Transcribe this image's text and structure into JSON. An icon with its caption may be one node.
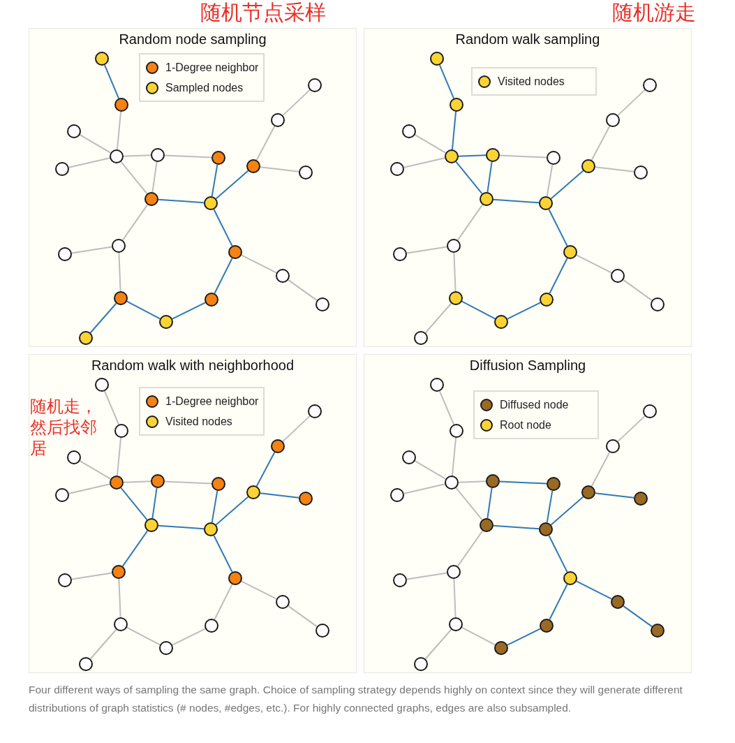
{
  "diagram": {
    "caption": "Four different ways of sampling the same graph. Choice of sampling strategy depends highly on context since they will generate different distributions of graph statistics (# nodes, #edges, etc.). For highly connected graphs, edges are also subsampled.",
    "nodes": [
      {
        "text": [
          "Random node sampling"
        ]
      },
      {
        "text": [],
        "shape": "circle",
        "in": 0
      },
      {
        "text": [],
        "shape": "circle",
        "in": 0
      },
      {
        "text": [],
        "shape": "circle",
        "in": 0
      },
      {
        "text": [],
        "shape": "circle",
        "in": 0
      },
      {
        "text": [],
        "shape": "circle",
        "in": 0
      },
      {
        "text": [],
        "shape": "circle",
        "in": 0
      },
      {
        "text": [],
        "shape": "circle",
        "in": 0
      },
      {
        "text": [],
        "shape": "circle",
        "in": 0
      },
      {
        "text": [],
        "shape": "circle",
        "in": 0
      },
      {
        "text": [],
        "shape": "circle",
        "in": 0
      },
      {
        "text": [],
        "shape": "circle",
        "in": 0
      },
      {
        "text": [],
        "shape": "circle",
        "in": 0
      },
      {
        "text": [],
        "shape": "circle",
        "in": 0
      },
      {
        "text": [],
        "shape": "circle",
        "in": 0
      },
      {
        "text": [],
        "shape": "circle",
        "in": 0
      },
      {
        "text": [],
        "shape": "circle",
        "in": 0
      },
      {
        "text": [],
        "shape": "circle",
        "in": 0
      },
      {
        "text": [],
        "shape": "circle",
        "in": 0
      },
      {
        "text": [],
        "shape": "circle",
        "in": 0
      },
      {
        "text": [],
        "shape": "circle",
        "in": 0
      },
      {
        "text": [],
        "shape": "circle",
        "in": 0
      },
      {
        "text": [],
        "shape": "circle",
        "in": 0
      },
      {
        "text": [
          "Random walk sampling"
        ]
      },
      {
        "text": [],
        "shape": "circle",
        "in": 23
      },
      {
        "text": [],
        "shape": "circle",
        "in": 23
      },
      {
        "text": [],
        "shape": "circle",
        "in": 23
      },
      {
        "text": [],
        "shape": "circle",
        "in": 23
      },
      {
        "text": [],
        "shape": "circle",
        "in": 23
      },
      {
        "text": [],
        "shape": "circle",
        "in": 23
      },
      {
        "text": [],
        "shape": "circle",
        "in": 23
      },
      {
        "text": [],
        "shape": "circle",
        "in": 23
      },
      {
        "text": [],
        "shape": "circle",
        "in": 23
      },
      {
        "text": [],
        "shape": "circle",
        "in": 23
      },
      {
        "text": [],
        "shape": "circle",
        "in": 23
      },
      {
        "text": [],
        "shape": "circle",
        "in": 23
      },
      {
        "text": [],
        "shape": "circle",
        "in": 23
      },
      {
        "text": [],
        "shape": "circle",
        "in": 23
      },
      {
        "text": [],
        "shape": "circle",
        "in": 23
      },
      {
        "text": [],
        "shape": "circle",
        "in": 23
      },
      {
        "text": [],
        "shape": "circle",
        "in": 23
      },
      {
        "text": [],
        "shape": "circle",
        "in": 23
      },
      {
        "text": [],
        "shape": "circle",
        "in": 23
      },
      {
        "text": [],
        "shape": "circle",
        "in": 23
      },
      {
        "text": [],
        "shape": "circle",
        "in": 23
      },
      {
        "text": [],
        "shape": "circle",
        "in": 23
      },
      {
        "text": [
          "Random walk with neighborhood"
        ]
      },
      {
        "text": [],
        "shape": "circle",
        "in": 46
      },
      {
        "text": [],
        "shape": "circle",
        "in": 46
      },
      {
        "text": [],
        "shape": "circle",
        "in": 46
      },
      {
        "text": [],
        "shape": "circle",
        "in": 46
      },
      {
        "text": [],
        "shape": "circle",
        "in": 46
      },
      {
        "text": [],
        "shape": "circle",
        "in": 46
      },
      {
        "text": [],
        "shape": "circle",
        "in": 46
      },
      {
        "text": [],
        "shape": "circle",
        "in": 46
      },
      {
        "text": [],
        "shape": "circle",
        "in": 46
      },
      {
        "text": [],
        "shape": "circle",
        "in": 46
      },
      {
        "text": [],
        "shape": "circle",
        "in": 46
      },
      {
        "text": [],
        "shape": "circle",
        "in": 46
      },
      {
        "text": [],
        "shape": "circle",
        "in": 46
      },
      {
        "text": [],
        "shape": "circle",
        "in": 46
      },
      {
        "text": [],
        "shape": "circle",
        "in": 46
      },
      {
        "text": [],
        "shape": "circle",
        "in": 46
      },
      {
        "text": [],
        "shape": "circle",
        "in": 46
      },
      {
        "text": [],
        "shape": "circle",
        "in": 46
      },
      {
        "text": [],
        "shape": "circle",
        "in": 46
      },
      {
        "text": [],
        "shape": "circle",
        "in": 46
      },
      {
        "text": [],
        "shape": "circle",
        "in": 46
      },
      {
        "text": [],
        "shape": "circle",
        "in": 46
      },
      {
        "text": [
          "Diffusion Sampling"
        ]
      },
      {
        "text": [],
        "shape": "circle",
        "in": 69
      },
      {
        "text": [],
        "shape": "circle",
        "in": 69
      },
      {
        "text": [],
        "shape": "circle",
        "in": 69
      },
      {
        "text": [],
        "shape": "circle",
        "in": 69
      },
      {
        "text": [],
        "shape": "circle",
        "in": 69
      },
      {
        "text": [],
        "shape": "circle",
        "in": 69
      },
      {
        "text": [],
        "shape": "circle",
        "in": 69
      },
      {
        "text": [],
        "shape": "circle",
        "in": 69
      },
      {
        "text": [],
        "shape": "circle",
        "in": 69
      },
      {
        "text": [],
        "shape": "circle",
        "in": 69
      },
      {
        "text": [],
        "shape": "circle",
        "in": 69
      },
      {
        "text": [],
        "shape": "circle",
        "in": 69
      },
      {
        "text": [],
        "shape": "circle",
        "in": 69
      },
      {
        "text": [],
        "shape": "circle",
        "in": 69
      },
      {
        "text": [],
        "shape": "circle",
        "in": 69
      },
      {
        "text": [],
        "shape": "circle",
        "in": 69
      },
      {
        "text": [],
        "shape": "circle",
        "in": 69
      },
      {
        "text": [],
        "shape": "circle",
        "in": 69
      },
      {
        "text": [],
        "shape": "circle",
        "in": 69
      },
      {
        "text": [],
        "shape": "circle",
        "in": 69
      },
      {
        "text": [],
        "shape": "circle",
        "in": 69
      },
      {
        "text": [],
        "shape": "circle",
        "in": 69
      }
    ],
    "edges": [
      {
        "from": 1,
        "to": 2,
        "arrow": "none",
        "color": "#2f7ab5"
      },
      {
        "from": 2,
        "to": 4,
        "arrow": "none"
      },
      {
        "from": 3,
        "to": 4,
        "arrow": "none"
      },
      {
        "from": 5,
        "to": 4,
        "arrow": "none"
      },
      {
        "from": 4,
        "to": 6,
        "arrow": "none"
      },
      {
        "from": 4,
        "to": 12,
        "arrow": "none"
      },
      {
        "from": 6,
        "to": 12,
        "arrow": "none"
      },
      {
        "from": 6,
        "to": 7,
        "arrow": "none"
      },
      {
        "from": 7,
        "to": 13,
        "arrow": "none",
        "color": "#2f7ab5"
      },
      {
        "from": 12,
        "to": 13,
        "arrow": "none",
        "color": "#2f7ab5"
      },
      {
        "from": 13,
        "to": 8,
        "arrow": "none",
        "color": "#2f7ab5"
      },
      {
        "from": 8,
        "to": 9,
        "arrow": "none"
      },
      {
        "from": 9,
        "to": 10,
        "arrow": "none"
      },
      {
        "from": 8,
        "to": 11,
        "arrow": "none"
      },
      {
        "from": 12,
        "to": 14,
        "arrow": "none"
      },
      {
        "from": 14,
        "to": 15,
        "arrow": "none"
      },
      {
        "from": 13,
        "to": 16,
        "arrow": "none",
        "color": "#2f7ab5"
      },
      {
        "from": 16,
        "to": 17,
        "arrow": "none"
      },
      {
        "from": 17,
        "to": 18,
        "arrow": "none"
      },
      {
        "from": 16,
        "to": 21,
        "arrow": "none",
        "color": "#2f7ab5"
      },
      {
        "from": 21,
        "to": 20,
        "arrow": "none",
        "color": "#2f7ab5"
      },
      {
        "from": 20,
        "to": 19,
        "arrow": "none",
        "color": "#2f7ab5"
      },
      {
        "from": 19,
        "to": 14,
        "arrow": "none"
      },
      {
        "from": 19,
        "to": 22,
        "arrow": "none",
        "color": "#2f7ab5"
      },
      {
        "from": 24,
        "to": 25,
        "arrow": "none",
        "color": "#2f7ab5"
      },
      {
        "from": 25,
        "to": 27,
        "arrow": "none",
        "color": "#2f7ab5"
      },
      {
        "from": 26,
        "to": 27,
        "arrow": "none"
      },
      {
        "from": 28,
        "to": 27,
        "arrow": "none"
      },
      {
        "from": 27,
        "to": 29,
        "arrow": "none",
        "color": "#2f7ab5"
      },
      {
        "from": 27,
        "to": 35,
        "arrow": "none",
        "color": "#2f7ab5"
      },
      {
        "from": 29,
        "to": 35,
        "arrow": "none",
        "color": "#2f7ab5"
      },
      {
        "from": 29,
        "to": 30,
        "arrow": "none"
      },
      {
        "from": 30,
        "to": 36,
        "arrow": "none"
      },
      {
        "from": 35,
        "to": 36,
        "arrow": "none",
        "color": "#2f7ab5"
      },
      {
        "from": 36,
        "to": 31,
        "arrow": "none",
        "color": "#2f7ab5"
      },
      {
        "from": 31,
        "to": 32,
        "arrow": "none"
      },
      {
        "from": 32,
        "to": 33,
        "arrow": "none"
      },
      {
        "from": 31,
        "to": 34,
        "arrow": "none"
      },
      {
        "from": 35,
        "to": 37,
        "arrow": "none"
      },
      {
        "from": 37,
        "to": 38,
        "arrow": "none"
      },
      {
        "from": 36,
        "to": 39,
        "arrow": "none",
        "color": "#2f7ab5"
      },
      {
        "from": 39,
        "to": 40,
        "arrow": "none"
      },
      {
        "from": 40,
        "to": 41,
        "arrow": "none"
      },
      {
        "from": 39,
        "to": 44,
        "arrow": "none",
        "color": "#2f7ab5"
      },
      {
        "from": 44,
        "to": 43,
        "arrow": "none",
        "color": "#2f7ab5"
      },
      {
        "from": 43,
        "to": 42,
        "arrow": "none",
        "color": "#2f7ab5"
      },
      {
        "from": 42,
        "to": 37,
        "arrow": "none"
      },
      {
        "from": 42,
        "to": 45,
        "arrow": "none"
      },
      {
        "from": 47,
        "to": 48,
        "arrow": "none"
      },
      {
        "from": 48,
        "to": 50,
        "arrow": "none"
      },
      {
        "from": 49,
        "to": 50,
        "arrow": "none"
      },
      {
        "from": 51,
        "to": 50,
        "arrow": "none"
      },
      {
        "from": 50,
        "to": 52,
        "arrow": "none"
      },
      {
        "from": 50,
        "to": 58,
        "arrow": "none",
        "color": "#2f7ab5"
      },
      {
        "from": 52,
        "to": 58,
        "arrow": "none",
        "color": "#2f7ab5"
      },
      {
        "from": 52,
        "to": 53,
        "arrow": "none"
      },
      {
        "from": 53,
        "to": 59,
        "arrow": "none",
        "color": "#2f7ab5"
      },
      {
        "from": 58,
        "to": 59,
        "arrow": "none",
        "color": "#2f7ab5"
      },
      {
        "from": 59,
        "to": 54,
        "arrow": "none",
        "color": "#2f7ab5"
      },
      {
        "from": 54,
        "to": 55,
        "arrow": "none",
        "color": "#2f7ab5"
      },
      {
        "from": 55,
        "to": 56,
        "arrow": "none"
      },
      {
        "from": 54,
        "to": 57,
        "arrow": "none",
        "color": "#2f7ab5"
      },
      {
        "from": 58,
        "to": 60,
        "arrow": "none",
        "color": "#2f7ab5"
      },
      {
        "from": 60,
        "to": 61,
        "arrow": "none"
      },
      {
        "from": 59,
        "to": 62,
        "arrow": "none",
        "color": "#2f7ab5"
      },
      {
        "from": 62,
        "to": 63,
        "arrow": "none"
      },
      {
        "from": 63,
        "to": 64,
        "arrow": "none"
      },
      {
        "from": 62,
        "to": 67,
        "arrow": "none"
      },
      {
        "from": 67,
        "to": 66,
        "arrow": "none"
      },
      {
        "from": 66,
        "to": 65,
        "arrow": "none"
      },
      {
        "from": 65,
        "to": 60,
        "arrow": "none"
      },
      {
        "from": 65,
        "to": 68,
        "arrow": "none"
      },
      {
        "from": 70,
        "to": 71,
        "arrow": "none"
      },
      {
        "from": 71,
        "to": 73,
        "arrow": "none"
      },
      {
        "from": 72,
        "to": 73,
        "arrow": "none"
      },
      {
        "from": 74,
        "to": 73,
        "arrow": "none"
      },
      {
        "from": 73,
        "to": 75,
        "arrow": "none"
      },
      {
        "from": 73,
        "to": 81,
        "arrow": "none"
      },
      {
        "from": 75,
        "to": 81,
        "arrow": "none",
        "color": "#2f7ab5"
      },
      {
        "from": 75,
        "to": 76,
        "arrow": "none",
        "color": "#2f7ab5"
      },
      {
        "from": 76,
        "to": 82,
        "arrow": "none",
        "color": "#2f7ab5"
      },
      {
        "from": 81,
        "to": 82,
        "arrow": "none",
        "color": "#2f7ab5"
      },
      {
        "from": 82,
        "to": 77,
        "arrow": "none",
        "color": "#2f7ab5"
      },
      {
        "from": 77,
        "to": 78,
        "arrow": "none"
      },
      {
        "from": 78,
        "to": 79,
        "arrow": "none"
      },
      {
        "from": 77,
        "to": 80,
        "arrow": "none",
        "color": "#2f7ab5"
      },
      {
        "from": 81,
        "to": 83,
        "arrow": "none"
      },
      {
        "from": 83,
        "to": 84,
        "arrow": "none"
      },
      {
        "from": 82,
        "to": 85,
        "arrow": "none",
        "color": "#2f7ab5"
      },
      {
        "from": 85,
        "to": 86,
        "arrow": "none",
        "color": "#2f7ab5"
      },
      {
        "from": 86,
        "to": 87,
        "arrow": "none",
        "color": "#2f7ab5"
      },
      {
        "from": 85,
        "to": 90,
        "arrow": "none",
        "color": "#2f7ab5"
      },
      {
        "from": 90,
        "to": 89,
        "arrow": "none",
        "color": "#2f7ab5"
      },
      {
        "from": 89,
        "to": 88,
        "arrow": "none"
      },
      {
        "from": 88,
        "to": 83,
        "arrow": "none"
      },
      {
        "from": 88,
        "to": 91,
        "arrow": "none"
      }
    ],
    "labels": [
      "随机节点采样",
      "随机游走",
      "随机走，然后找邻居"
    ],
    "legend": [
      {
        "text": "1-Degree neighbor",
        "color": "#f58213"
      },
      {
        "text": "Sampled nodes",
        "color": "#fbd434"
      },
      {
        "text": "Visited nodes",
        "color": "#fbd434"
      },
      {
        "text": "1-Degree neighbor",
        "color": "#f58213"
      },
      {
        "text": "Visited nodes",
        "color": "#fbd434"
      },
      {
        "text": "Diffused node",
        "color": "#9a6a24"
      },
      {
        "text": "Root node",
        "color": "#fbd434"
      }
    ]
  }
}
